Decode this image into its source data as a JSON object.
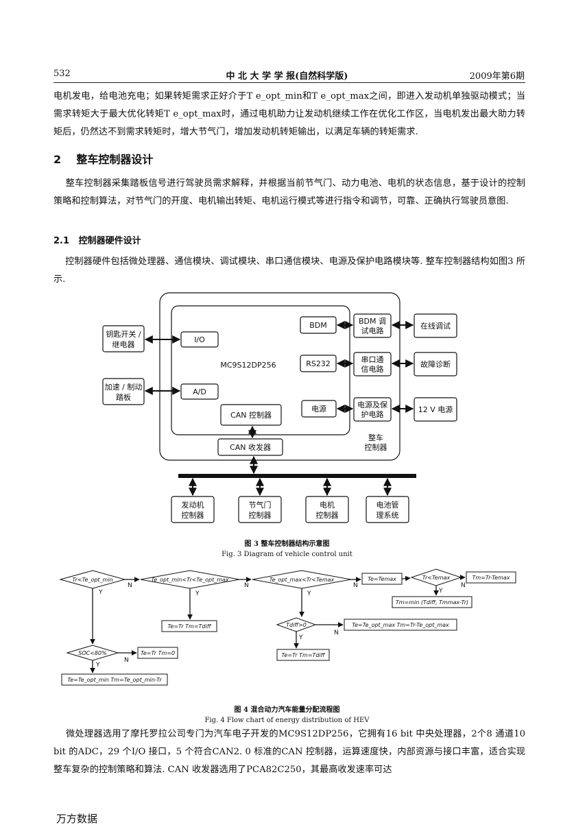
{
  "header": {
    "page_number": "532",
    "journal": "中 北 大 学 学 报(自然科学版)",
    "issue": "2009年第6期"
  },
  "para1": "电机发电，给电池充电；如果转矩需求正好介于T e_opt_min和T e_opt_max之间，即进入发动机单独驱动模式；当需求转矩大于最大优化转矩T e_opt_max时，通过电机助力让发动机继续工作在优化工作区，当电机发出最大助力转矩后，仍然达不到需求转矩时，增大节气门，增加发动机转矩输出，以满足车辆的转矩需求.",
  "section": {
    "number": "2",
    "title": "整车控制器设计"
  },
  "para2": "    整车控制器采集踏板信号进行驾驶员需求解释，并根据当前节气门、动力电池、电机的状态信息，基于设计的控制策略和控制算法，对节气门的开度、电机输出转矩、电机运行模式等进行指令和调节，可靠、正确执行驾驶员意图.",
  "subsection": {
    "number": "2.1",
    "title": "控制器硬件设计"
  },
  "para3": "    控制器硬件包括微处理器、通信模块、调试模块、串口通信模块、电源及保护电路模块等. 整车控制器结构如图3 所示.",
  "fig3": {
    "left_box1": [
      "钥匙开关 /",
      "继电器"
    ],
    "left_box2": [
      "加速 / 制动",
      "踏板"
    ],
    "io": "I/O",
    "ad": "A/D",
    "mcu": "MC9S12DP256",
    "can_ctrl": "CAN 控制器",
    "bdm": "BDM",
    "rs232": "RS232",
    "power": "电源",
    "bdm_circ": [
      "BDM 调",
      "试电路"
    ],
    "serial_circ": [
      "串口通",
      "信电路"
    ],
    "power_circ": [
      "电源及保",
      "护电路"
    ],
    "online_debug": "在线调试",
    "fault_diag": "故障诊断",
    "v12": "12 V 电源",
    "vcu": [
      "整车",
      "控制器"
    ],
    "can_trans": "CAN 收发器",
    "bottom": [
      [
        "发动机",
        "控制器"
      ],
      [
        "节气门",
        "控制器"
      ],
      [
        "电机",
        "控制器"
      ],
      [
        "电池管",
        "理系统"
      ]
    ],
    "caption_cn": "图 3    整车控制器结构示意图",
    "caption_en": "Fig. 3    Diagram of vehicle control unit"
  },
  "fig4": {
    "d1": "Tr<Te_opt_min",
    "d2": "Te_opt_min<Tr<Te_opt_max",
    "d3": "Te_opt_max<Tr<Temax",
    "d4": "Tr<Temax",
    "d5": "Tdiff>0",
    "d6": "SOC<80%",
    "r1": "Te=Temax",
    "r2": "Tm=Tr-Temax",
    "r3": "Tm=min (Tdiff, Tmmax-Tr)",
    "r4": "Te=Tr  Tm=Tdiff",
    "r5": "Te=Te_opt_max  Tm=Tr-Te_opt_max",
    "r6": "Te=Tr  Tm=Tdiff",
    "r7": "Te=Tr  Tm=0",
    "r8": "Te=Te_opt_min  Tm=Te_opt_min-Tr",
    "y": "Y",
    "n": "N",
    "caption_cn": "图 4    混合动力汽车能量分配流程图",
    "caption_en": "Fig. 4    Flow chart of energy distribution of HEV"
  },
  "para4": "    微处理器选用了摩托罗拉公司专门为汽车电子开发的MC9S12DP256，它拥有16 bit 中央处理器，2个8 通道10 bit 的ADC，29 个I/O 接口，5 个符合CAN2. 0 标准的CAN 控制器，运算速度快，内部资源与接口丰富，适合实现整车复杂的控制策略和算法. CAN 收发器选用了PCA82C250，其最高收发速率可达",
  "footer": "万方数据"
}
